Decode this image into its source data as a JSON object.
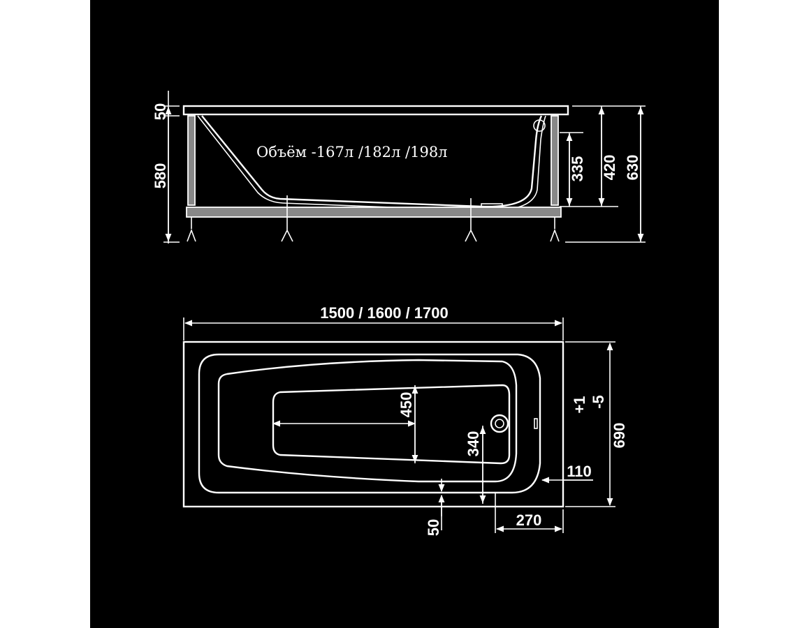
{
  "colors": {
    "background": "#000000",
    "line": "#ffffff",
    "frame": "#888888"
  },
  "side_view": {
    "volume_label": "Объём -167л /182л /198л",
    "dims": {
      "rim": "50",
      "apron": "580",
      "overflow": "335",
      "bottom": "420",
      "total_height": "630"
    }
  },
  "top_view": {
    "dims": {
      "length": "1500 / 1600 / 1700",
      "width": "690",
      "width_tol_plus": "+1",
      "width_tol_minus": "-5",
      "seat_width": "450",
      "drain_y": "340",
      "drain_edge": "110",
      "drain_x": "270",
      "bottom_gap": "50"
    }
  }
}
